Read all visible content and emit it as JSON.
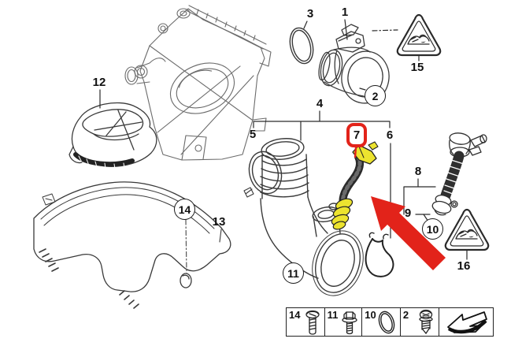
{
  "diagram": {
    "type": "parts-diagram",
    "description": "Exploded air intake system parts diagram with highlighted part",
    "highlighted_part": "7"
  },
  "colors": {
    "background": "#ffffff",
    "line_art": "#3a3a3a",
    "highlight_red": "#e2231a",
    "highlight_yellow": "#ece32f"
  },
  "callouts": {
    "n1": "1",
    "n2": "2",
    "n3": "3",
    "n4": "4",
    "n5": "5",
    "n6": "6",
    "n7": "7",
    "n8": "8",
    "n9": "9",
    "n10": "10",
    "n11": "11",
    "n12": "12",
    "n13": "13",
    "n14": "14",
    "n15": "15",
    "n16": "16"
  },
  "legend": {
    "cells": [
      {
        "num": "14",
        "icon": "pan-head-screw-icon"
      },
      {
        "num": "11",
        "icon": "hex-flange-bolt-icon"
      },
      {
        "num": "10",
        "icon": "o-ring-icon"
      },
      {
        "num": "2",
        "icon": "round-head-screw-icon"
      },
      {
        "num": "",
        "icon": "direction-arrow-icon"
      }
    ]
  }
}
